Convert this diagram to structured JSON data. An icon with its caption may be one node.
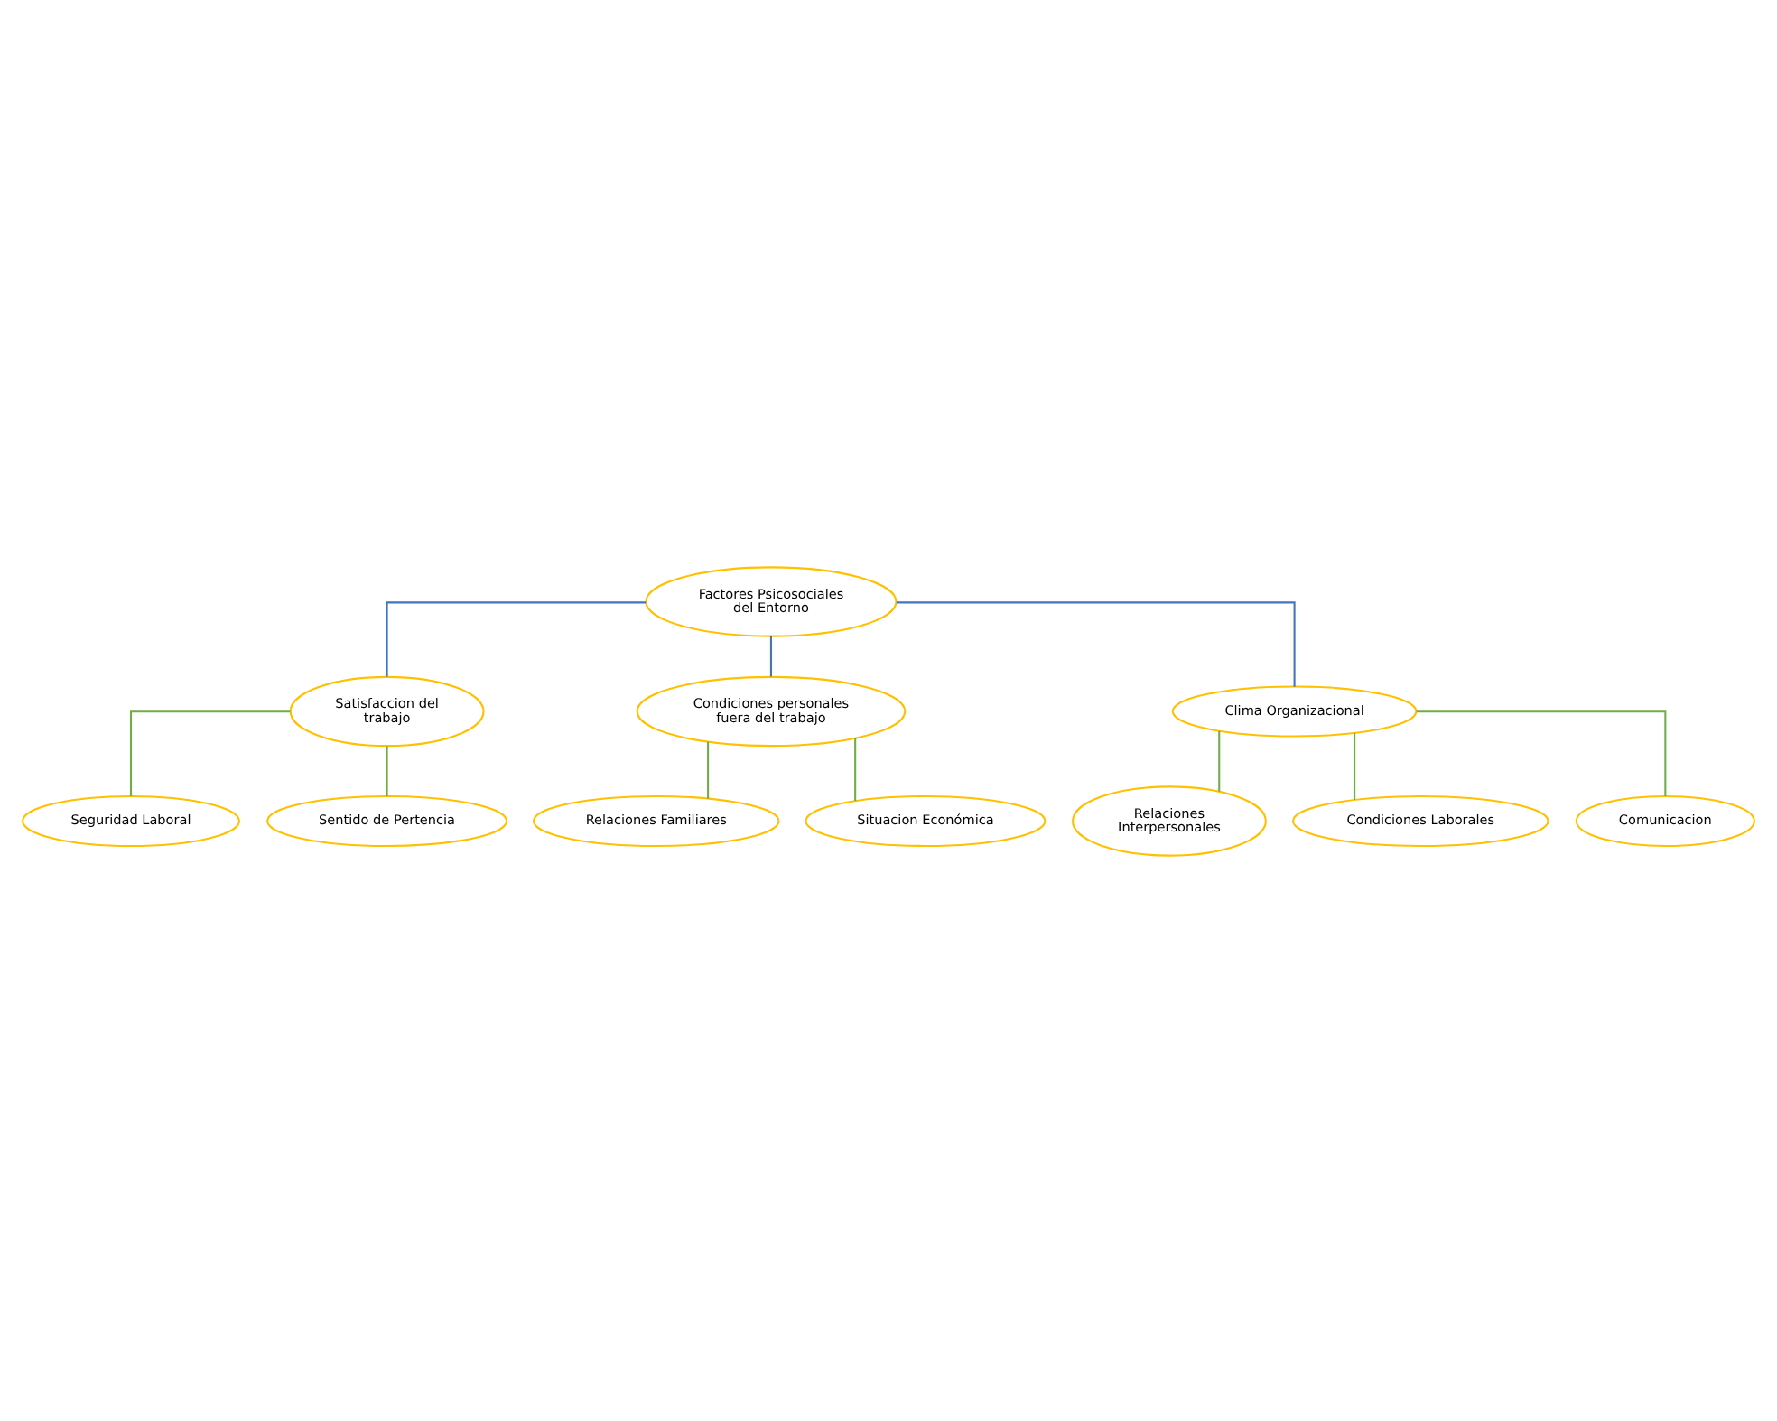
{
  "diagram": {
    "nodes": [
      {
        "text": [
          "Factores Psicosociales del Entorno"
        ]
      },
      {
        "text": [
          "Satisfaccion del trabajo"
        ]
      },
      {
        "text": [
          "Condiciones personales fuera del trabajo"
        ]
      },
      {
        "text": [
          "Clima Organizacional"
        ]
      },
      {
        "text": [
          "Seguridad Laboral"
        ]
      },
      {
        "text": [
          "Sentido de Pertencia"
        ]
      },
      {
        "text": [
          "Relaciones Familiares"
        ]
      },
      {
        "text": [
          "Situacion Económica"
        ]
      },
      {
        "text": [
          "Relaciones Interpersonales"
        ]
      },
      {
        "text": [
          "Condiciones Laborales"
        ]
      },
      {
        "text": [
          "Comunicacion"
        ]
      }
    ],
    "edges": [
      {
        "from": 0,
        "to": 1,
        "arrow": "none",
        "color": "#4472c4"
      },
      {
        "from": 0,
        "to": 2,
        "arrow": "none",
        "color": "#4472c4"
      },
      {
        "from": 0,
        "to": 3,
        "arrow": "none",
        "color": "#4472c4"
      },
      {
        "from": 1,
        "to": 4,
        "arrow": "none"
      },
      {
        "from": 1,
        "to": 5,
        "arrow": "none"
      },
      {
        "from": 2,
        "to": 6,
        "arrow": "none"
      },
      {
        "from": 2,
        "to": 7,
        "arrow": "none"
      },
      {
        "from": 3,
        "to": 8,
        "arrow": "none"
      },
      {
        "from": 3,
        "to": 9,
        "arrow": "none"
      },
      {
        "from": 3,
        "to": 10,
        "arrow": "none"
      }
    ]
  }
}
